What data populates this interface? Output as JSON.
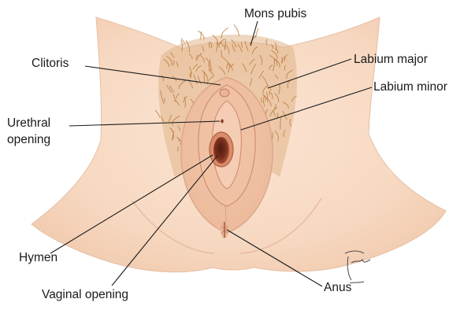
{
  "labels": {
    "mons_pubis": "Mons pubis",
    "clitoris": "Clitoris",
    "labium_major": "Labium major",
    "labium_minor": "Labium minor",
    "urethral_line1": "Urethral",
    "urethral_line2": "opening",
    "hymen": "Hymen",
    "vaginal_opening": "Vaginal opening",
    "anus": "Anus"
  },
  "signature": "Lima",
  "colors": {
    "skin": "#f8dcc6",
    "skin_shadow": "#eec2a4",
    "labia": "#efc3a6",
    "labia_inner": "#e9b296",
    "hair": "#c58a3e",
    "opening": "#7a2f1c",
    "leader": "#1a1a1a",
    "text": "#1a1a1a"
  }
}
